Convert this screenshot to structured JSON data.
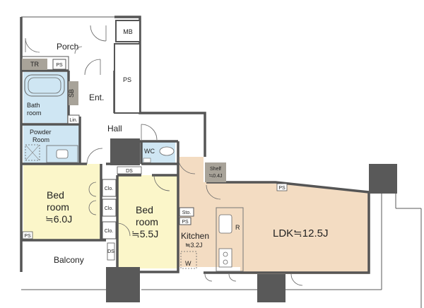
{
  "labels": {
    "mb": "MB",
    "porch": "Porch",
    "tr": "TR",
    "ps_top": "PS",
    "ps_shaft": "PS",
    "sb": "SB",
    "ent": "Ent.",
    "bath_1": "Bath",
    "bath_2": "room",
    "lin": "Lin.",
    "hall": "Hall",
    "powder_1": "Powder",
    "powder_2": "Room",
    "wc": "WC",
    "shelf_1": "Shelf",
    "shelf_2": "≒0.4J",
    "ds_top": "DS",
    "ps_ldk": "PS",
    "bed1_1": "Bed",
    "bed1_2": "room",
    "bed1_3": "≒6.0J",
    "clo_1": "Clo.",
    "clo_2": "Clo.",
    "clo_3": "Clo.",
    "bed2_1": "Bed",
    "bed2_2": "room",
    "bed2_3": "≒5.5J",
    "sto": "Sto.",
    "ps_kitchen": "PS",
    "kitchen_1": "Kitchen",
    "kitchen_2": "≒3.2J",
    "r": "R",
    "w": "W",
    "ldk": "LDK≒12.5J",
    "ps_bed1": "PS",
    "ds_bal": "DS",
    "balcony": "Balcony"
  },
  "colors": {
    "wet_area": "#cfe6f3",
    "bedroom": "#fbf6c9",
    "ldk": "#f3dcc2",
    "wall": "#5a5a5a",
    "box": "#a8a399"
  }
}
